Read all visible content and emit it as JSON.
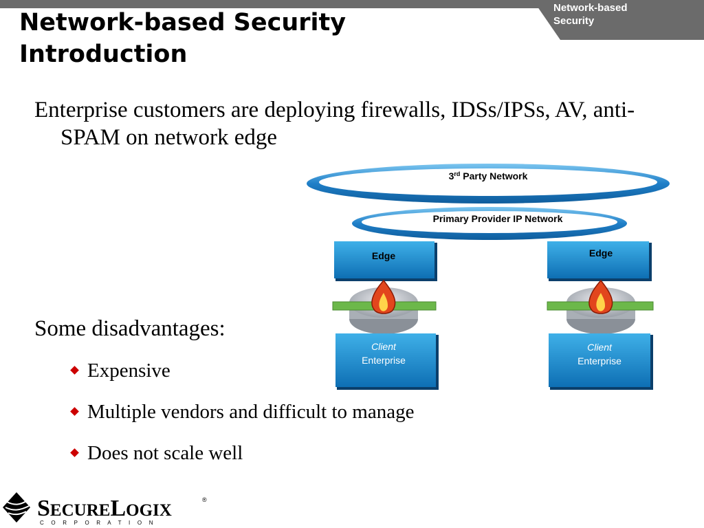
{
  "corner_label": "Network-based\nSecurity",
  "title_line1": "Network-based Security",
  "title_line2": "Introduction",
  "bullet1": "Enterprise customers are deploying firewalls, IDSs/IPSs, AV, anti-SPAM on network edge",
  "bullet2": "Some disadvantages:",
  "subbullets": [
    "Expensive",
    "Multiple vendors and difficult to manage",
    "Does not scale well"
  ],
  "diagram": {
    "third_party_base": "3",
    "third_party_sup": "rd",
    "third_party_rest": " Party Network",
    "primary_provider": "Primary Provider IP Network",
    "edge_left": "Edge",
    "edge_right": "Edge",
    "client_left_line1": "Client",
    "client_left_line2": "Enterprise",
    "client_right_line1": "Client",
    "client_right_line2": "Enterprise"
  },
  "logo": {
    "brand_s": "S",
    "brand_ecure": "ECURE",
    "brand_l": "L",
    "brand_ogix": "OGIX",
    "registered": "®",
    "corporation": "C O R P O R A T I O N"
  },
  "colors": {
    "bar": "#6b6b6b",
    "box_blue": "#1e8fd0",
    "box_dark": "#0e5e9a",
    "ring": "#2a8fd0",
    "bar_green": "#6cb84a",
    "diamond": "#cc0000"
  }
}
